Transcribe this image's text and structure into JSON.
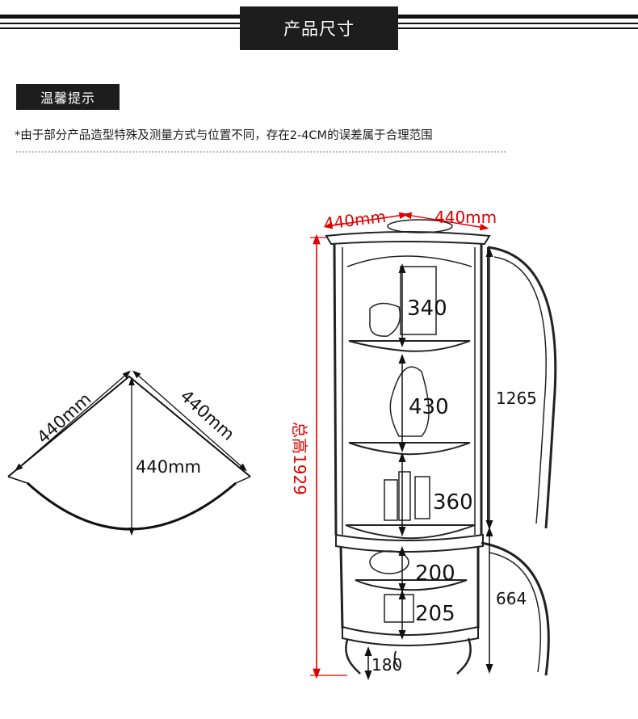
{
  "header": {
    "title": "产品尺寸"
  },
  "tip": {
    "label": "温馨提示",
    "text": "*由于部分产品造型特殊及测量方式与位置不同，存在2-4CM的误差属于合理范围"
  },
  "plan_view": {
    "left_side": "440mm",
    "right_side": "440mm",
    "depth": "440mm"
  },
  "front_view": {
    "top_left": "440mm",
    "top_right": "440mm",
    "total_height": "总高1929",
    "shelf_heights": [
      "340",
      "430",
      "360",
      "200",
      "205"
    ],
    "foot": "180",
    "upper_door": "1265",
    "lower_door": "664"
  },
  "colors": {
    "dimension_red": "#e00000",
    "ink": "#111111",
    "label_bg": "#1d1d1d"
  }
}
